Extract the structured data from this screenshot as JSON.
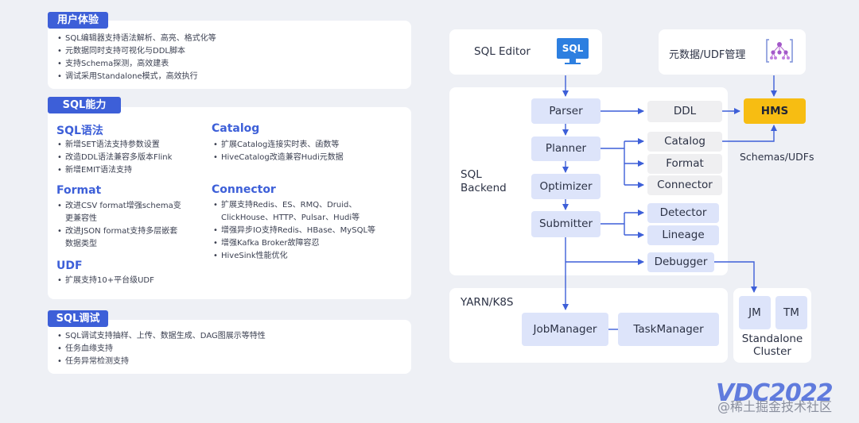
{
  "left": {
    "user_experience": {
      "title": "用户体验",
      "items": [
        "SQL编辑器支持语法解析、高亮、格式化等",
        "元数据同时支持可视化与DDL脚本",
        "支持Schema探测，高效建表",
        "调试采用Standalone模式，高效执行"
      ]
    },
    "sql_capability": {
      "title": "SQL能力",
      "syntax": {
        "heading": "SQL语法",
        "items": [
          "新增SET语法支持参数设置",
          "改造DDL语法兼容多版本Flink",
          "新增EMIT语法支持"
        ]
      },
      "catalog": {
        "heading": "Catalog",
        "items": [
          "扩展Catalog连接实时表、函数等",
          "HiveCatalog改造兼容Hudi元数据"
        ]
      },
      "format": {
        "heading": "Format",
        "items": [
          "改进CSV format增强schema变",
          "更兼容性",
          "改进JSON format支持多层嵌套",
          "数据类型"
        ]
      },
      "connector": {
        "heading": "Connector",
        "items": [
          "扩展支持Redis、ES、RMQ、Druid、",
          "ClickHouse、HTTP、Pulsar、Hudi等",
          "增强异步IO支持Redis、HBase、MySQL等",
          "增强Kafka Broker故障容忍",
          "HiveSink性能优化"
        ]
      },
      "udf": {
        "heading": "UDF",
        "items": [
          "扩展支持10+平台级UDF"
        ]
      }
    },
    "sql_debug": {
      "title": "SQL调试",
      "items": [
        "SQL调试支持抽样、上传、数据生成、DAG图展示等特性",
        "任务血缘支持",
        "任务异常检测支持"
      ]
    }
  },
  "diagram": {
    "sql_editor": "SQL Editor",
    "sql_badge": "SQL",
    "metadata": "元数据/UDF管理",
    "backend_label": "SQL\nBackend",
    "parser": "Parser",
    "planner": "Planner",
    "optimizer": "Optimizer",
    "submitter": "Submitter",
    "ddl": "DDL",
    "hms": "HMS",
    "schemas_udfs": "Schemas/UDFs",
    "catalog": "Catalog",
    "format": "Format",
    "connector": "Connector",
    "detector": "Detector",
    "lineage": "Lineage",
    "debugger": "Debugger",
    "yarn_k8s": "YARN/K8S",
    "jobmanager": "JobManager",
    "taskmanager": "TaskManager",
    "jm": "JM",
    "tm": "TM",
    "standalone": "Standalone\nCluster"
  },
  "watermark": {
    "logo": "VDC2022",
    "text": "@稀土掘金技术社区"
  },
  "colors": {
    "accent": "#3d5fd8",
    "node_blue": "#dde4fa",
    "node_grey": "#efeff1",
    "hms_gold": "#f7bd12",
    "background": "#eef0f5"
  }
}
